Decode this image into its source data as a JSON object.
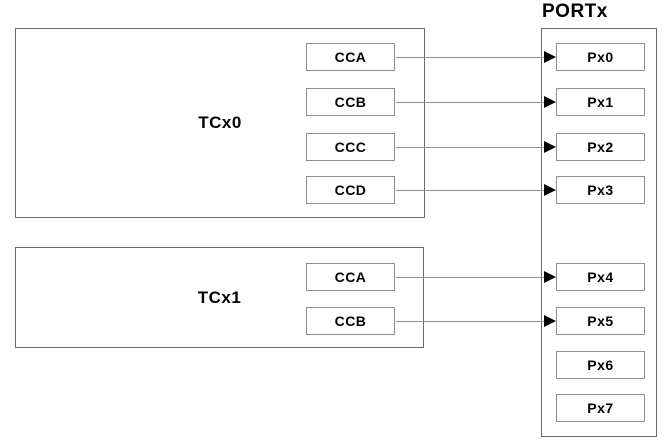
{
  "diagram": {
    "blocks": [
      {
        "label": "TCx0",
        "channels": [
          "CCA",
          "CCB",
          "CCC",
          "CCD"
        ]
      },
      {
        "label": "TCx1",
        "channels": [
          "CCA",
          "CCB"
        ]
      }
    ],
    "port": {
      "label": "PORTx",
      "pins": [
        "Px0",
        "Px1",
        "Px2",
        "Px3",
        "Px4",
        "Px5",
        "Px6",
        "Px7"
      ]
    },
    "connections": [
      {
        "from": "TCx0.CCA",
        "to": "Px0"
      },
      {
        "from": "TCx0.CCB",
        "to": "Px1"
      },
      {
        "from": "TCx0.CCC",
        "to": "Px2"
      },
      {
        "from": "TCx0.CCD",
        "to": "Px3"
      },
      {
        "from": "TCx1.CCA",
        "to": "Px4"
      },
      {
        "from": "TCx1.CCB",
        "to": "Px5"
      }
    ],
    "colors": {
      "background": "#ffffff",
      "block_border": "#6a6a6a",
      "small_box_border": "#8e8e8e",
      "connector_line": "#8f8f8f",
      "arrowhead": "#000000",
      "text": "#000000"
    }
  }
}
